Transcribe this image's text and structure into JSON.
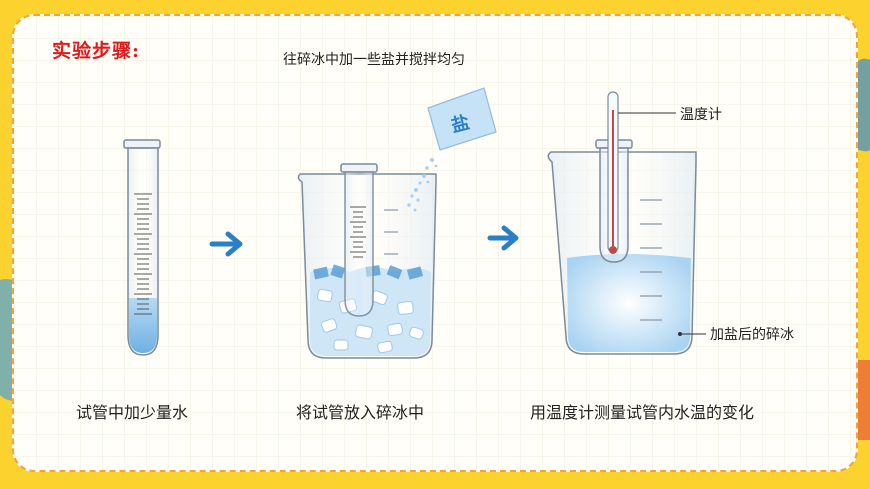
{
  "heading": "实验步骤:",
  "steps": [
    {
      "caption": "试管中加少量水"
    },
    {
      "caption": "将试管放入碎冰中",
      "note": "往碎冰中加一些盐并搅拌均匀",
      "packet_label": "盐"
    },
    {
      "caption": "用温度计测量试管内水温的变化",
      "thermometer_label": "温度计",
      "ice_label": "加盐后的碎冰"
    }
  ],
  "colors": {
    "arrow": "#2a7fc7",
    "heading": "#e01b1b",
    "water": "#8ec3ea",
    "frame_border": "#f2a33a",
    "background": "#fbd22e"
  },
  "icons": [
    "arrow-right-icon",
    "arrow-right-icon"
  ]
}
